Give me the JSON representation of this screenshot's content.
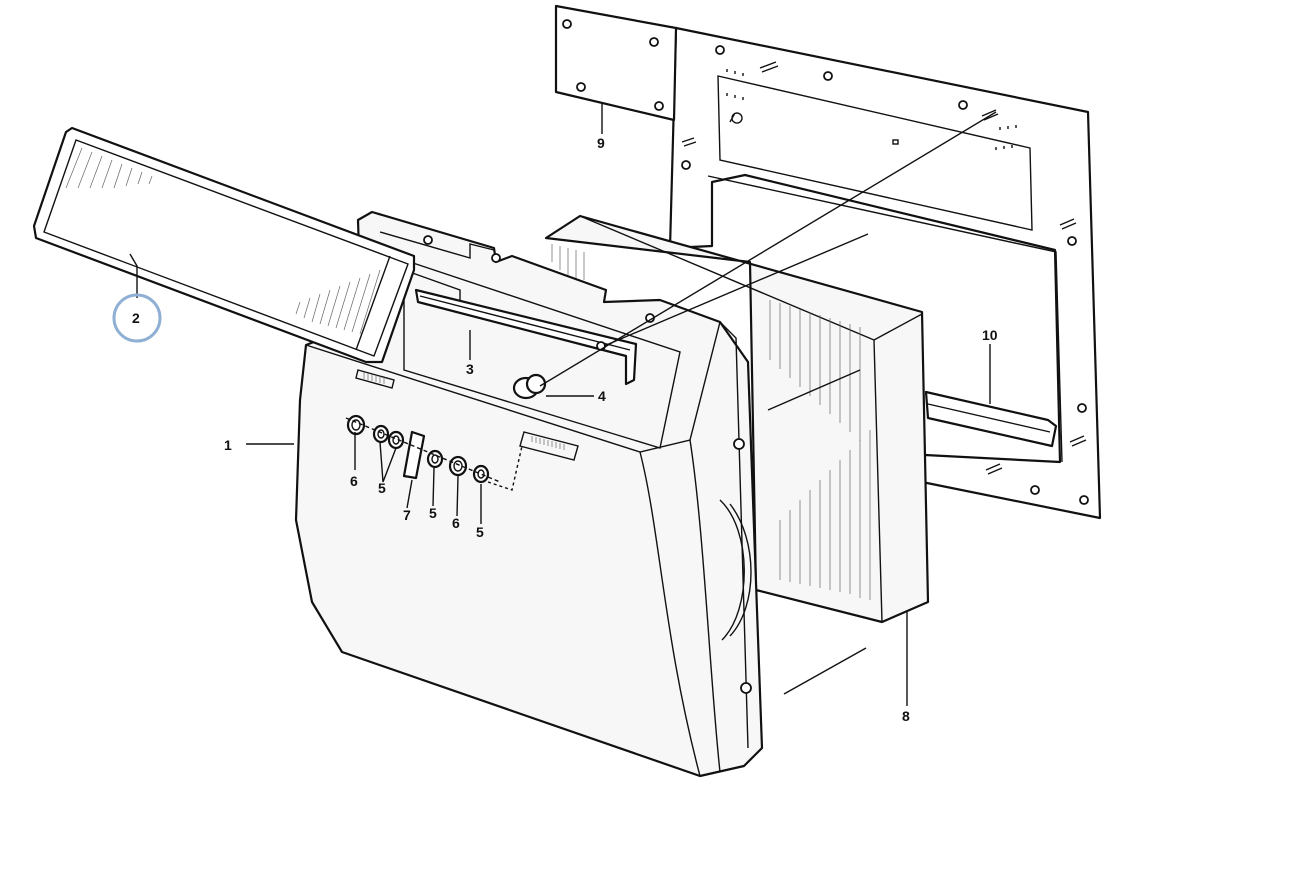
{
  "callouts": {
    "c1": "1",
    "c2": "2",
    "c3": "3",
    "c4": "4",
    "c5a": "5",
    "c5b": "5",
    "c5c": "5",
    "c6a": "6",
    "c6b": "6",
    "c7": "7",
    "c8": "8",
    "c9": "9",
    "c10": "10"
  },
  "highlight": {
    "callout": "2",
    "color": "#8fb0d4"
  },
  "colors": {
    "line": "#111111",
    "fill": "#f7f7f7",
    "background": "#ffffff"
  }
}
